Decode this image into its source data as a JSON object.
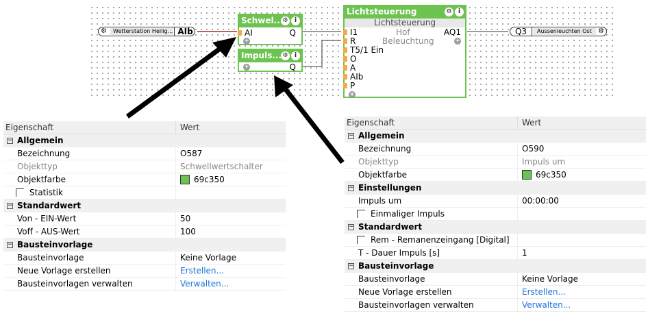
{
  "diagram": {
    "input_ext": {
      "label": "Wetterstation Heilig...",
      "pin": "AIb"
    },
    "output_ext": {
      "label": "Aussenleuchten Ost",
      "pin": "Q3"
    },
    "block1": {
      "title": "Schwel...",
      "in": "AI",
      "out": "Q"
    },
    "block2": {
      "title": "Impuls...",
      "out": "Q"
    },
    "block3": {
      "title": "Lichtsteuerung",
      "subtitle": "Lichtsteuerung",
      "line1": "Hof",
      "line2": "Beleuchtung",
      "out": "AQ1",
      "inputs": [
        "I1",
        "R",
        "T5/1 Ein",
        "O",
        "A",
        "AIb",
        "P"
      ]
    },
    "colors": {
      "block": "#6cc350",
      "pin": "#f5a94a"
    }
  },
  "left_panel": {
    "header": [
      "Eigenschaft",
      "Wert"
    ],
    "rows": [
      {
        "type": "group",
        "label": "Allgemein"
      },
      {
        "label": "Bezeichnung",
        "value": "O587"
      },
      {
        "label": "Objekttyp",
        "value": "Schwellwertschalter",
        "grey": true
      },
      {
        "label": "Objektfarbe",
        "value": "69c350",
        "swatch": true
      },
      {
        "label": "Statistik",
        "checkbox": true
      },
      {
        "type": "group",
        "label": "Standardwert"
      },
      {
        "label": "Von - EIN-Wert",
        "value": "50"
      },
      {
        "label": "Voff - AUS-Wert",
        "value": "100"
      },
      {
        "type": "group",
        "label": "Bausteinvorlage"
      },
      {
        "label": "Bausteinvorlage",
        "value": "Keine Vorlage"
      },
      {
        "label": "Neue Vorlage erstellen",
        "value": "Erstellen...",
        "link": true
      },
      {
        "label": "Bausteinvorlagen verwalten",
        "value": "Verwalten...",
        "link": true
      }
    ]
  },
  "right_panel": {
    "header": [
      "Eigenschaft",
      "Wert"
    ],
    "rows": [
      {
        "type": "group",
        "label": "Allgemein"
      },
      {
        "label": "Bezeichnung",
        "value": "O590"
      },
      {
        "label": "Objekttyp",
        "value": "Impuls um",
        "grey": true
      },
      {
        "label": "Objektfarbe",
        "value": "69c350",
        "swatch": true
      },
      {
        "type": "group",
        "label": "Einstellungen"
      },
      {
        "label": "Impuls um",
        "value": "00:00:00"
      },
      {
        "label": "Einmaliger Impuls",
        "checkbox": true
      },
      {
        "type": "group",
        "label": "Standardwert"
      },
      {
        "label": "Rem - Remanenzeingang [Digital]",
        "checkbox": true
      },
      {
        "label": "T - Dauer Impuls [s]",
        "value": "1"
      },
      {
        "type": "group",
        "label": "Bausteinvorlage"
      },
      {
        "label": "Bausteinvorlage",
        "value": "Keine Vorlage"
      },
      {
        "label": "Neue Vorlage erstellen",
        "value": "Erstellen...",
        "link": true
      },
      {
        "label": "Bausteinvorlagen verwalten",
        "value": "Verwalten...",
        "link": true
      }
    ]
  }
}
